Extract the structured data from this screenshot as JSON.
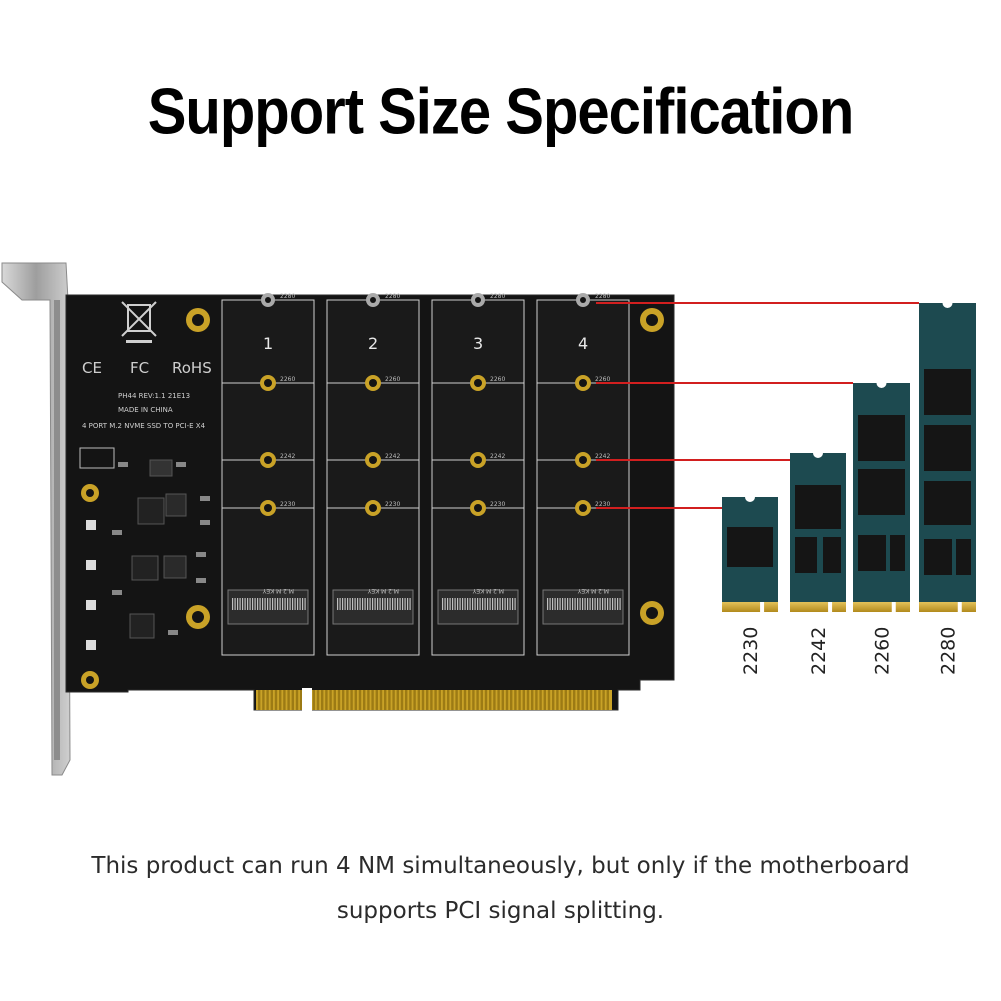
{
  "title": "Support Size Specification",
  "caption": {
    "line1": "This product can run 4 NM simultaneously, but only if the motherboard",
    "line2": "supports PCI signal splitting."
  },
  "board": {
    "certifications": [
      "CE",
      "FC",
      "RoHS"
    ],
    "model": "PH44  REV:1.1  21E13",
    "origin": "MADE IN CHINA",
    "description": "4 PORT M.2 NVME SSD TO PCI-E X4",
    "slots": [
      "1",
      "2",
      "3",
      "4"
    ],
    "hole_marks": [
      "2280",
      "2260",
      "2242",
      "2230"
    ],
    "key_label": "M.2 M KEY"
  },
  "sizes": [
    "2230",
    "2242",
    "2260",
    "2280"
  ],
  "colors": {
    "pcb": "#141414",
    "bracket": "#a8a8a8",
    "gold": "#c9a227",
    "ssd": "#1d4a50",
    "chip": "#151515",
    "line": "#d21f1f"
  }
}
